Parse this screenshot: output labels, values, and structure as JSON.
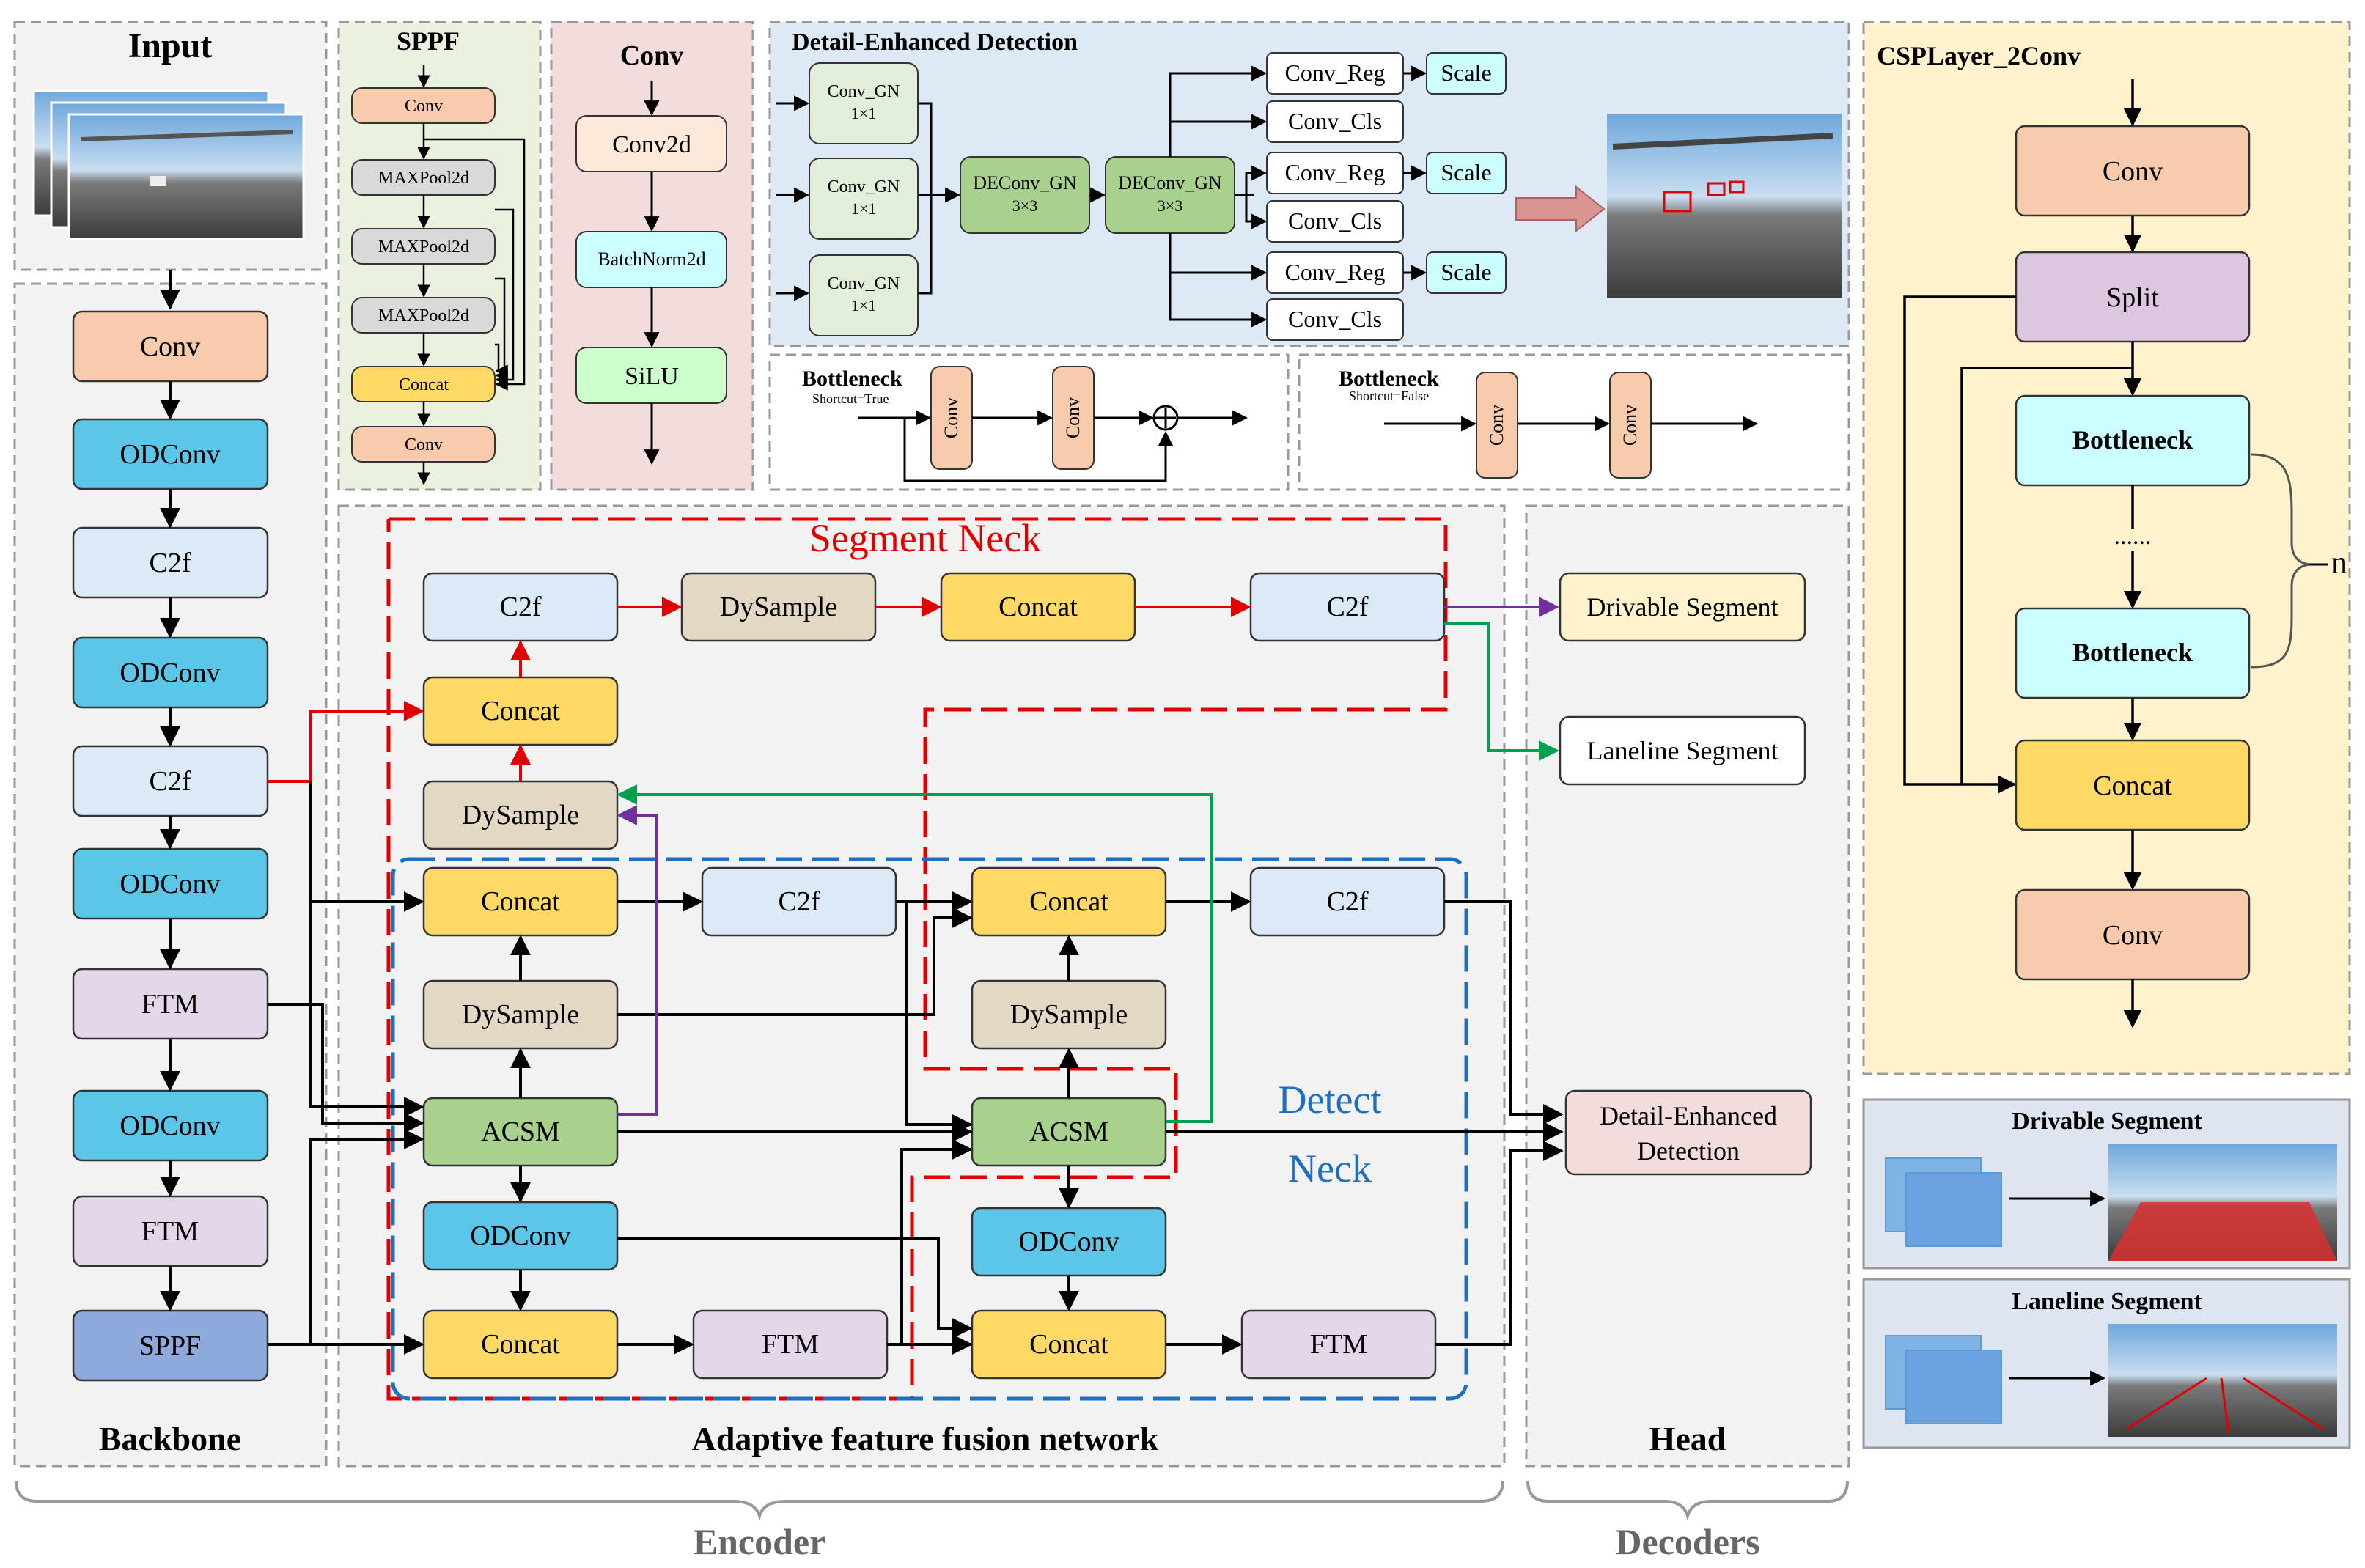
{
  "colors": {
    "conv": "#f8cbad",
    "odconv": "#5bc6e8",
    "c2f": "#dce9f7",
    "ftm": "#e4d7ea",
    "sppf": "#8ea9db",
    "concat": "#ffd966",
    "dysample": "#e2d8c3",
    "acsm": "#a9d18e",
    "convgn": "#e2efda",
    "deconv": "#a9d18e",
    "scale": "#ccffff",
    "bottleneck": "#ccffff",
    "split": "#dcc6e0",
    "red": "#e00000",
    "blue": "#1f6fc0",
    "green": "#00a050",
    "purple": "#7030a0",
    "panel_gray": "#f2f2f2",
    "panel_green": "#eaf2df",
    "panel_pink": "#f3dcdc",
    "panel_blue": "#dde9f4",
    "panel_yellow": "#fff2cc",
    "panel_lightblue": "#dde6f0"
  },
  "icons": [
    "road-image-icon",
    "feature-cube-icon",
    "big-arrow-icon",
    "plus-circle-icon"
  ],
  "input": {
    "title": "Input"
  },
  "backbone": {
    "label": "Backbone",
    "blocks": [
      "Conv",
      "ODConv",
      "C2f",
      "ODConv",
      "C2f",
      "ODConv",
      "FTM",
      "ODConv",
      "FTM",
      "SPPF"
    ]
  },
  "sppf": {
    "title": "SPPF",
    "blocks": [
      "Conv",
      "MAXPool2d",
      "MAXPool2d",
      "MAXPool2d",
      "Concat",
      "Conv"
    ]
  },
  "conv_module": {
    "title": "Conv",
    "blocks": [
      "Conv2d",
      "BatchNorm2d",
      "SiLU"
    ]
  },
  "detail": {
    "title": "Detail-Enhanced Detection",
    "convgn": "Conv_GN",
    "k1": "1×1",
    "deconv": "DEConv_GN",
    "k3": "3×3",
    "reg": "Conv_Reg",
    "cls": "Conv_Cls",
    "scale": "Scale"
  },
  "bottleneck_true": {
    "title": "Bottleneck",
    "sub": "Shortcut=True",
    "conv": "Conv"
  },
  "bottleneck_false": {
    "title": "Bottleneck",
    "sub": "Shortcut=False",
    "conv": "Conv"
  },
  "csp": {
    "title": "CSPLayer_2Conv",
    "blocks": [
      "Conv",
      "Split",
      "Bottleneck",
      "......",
      "Bottleneck",
      "Concat",
      "Conv"
    ],
    "n": "n"
  },
  "neck": {
    "label": "Adaptive feature fusion network",
    "segment_neck": "Segment Neck",
    "detect_neck_1": "Detect",
    "detect_neck_2": "Neck",
    "c2f": "C2f",
    "dysample": "DySample",
    "concat": "Concat",
    "acsm": "ACSM",
    "odconv": "ODConv",
    "ftm": "FTM"
  },
  "head": {
    "label": "Head",
    "drivable": "Drivable Segment",
    "laneline": "Laneline Segment",
    "det1": "Detail-Enhanced",
    "det2": "Detection"
  },
  "outputs": {
    "drivable": "Drivable Segment",
    "laneline": "Laneline Segment"
  },
  "bottom": {
    "encoder": "Encoder",
    "decoders": "Decoders"
  }
}
